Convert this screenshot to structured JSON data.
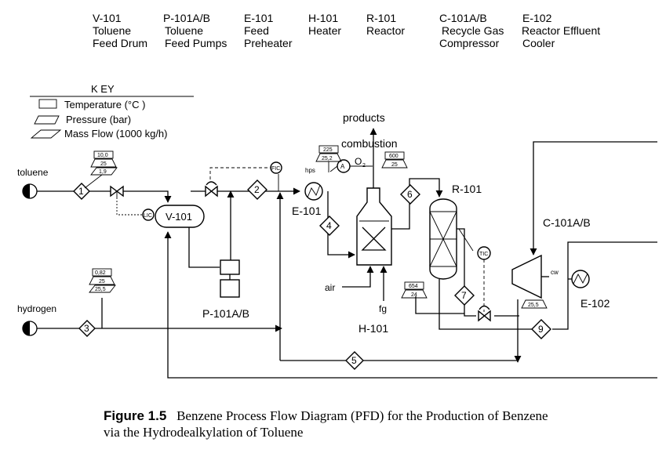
{
  "legend": [
    {
      "tag": "V-101",
      "lines": [
        "Toluene",
        "Feed Drum"
      ]
    },
    {
      "tag": "P-101A/B",
      "lines": [
        "Toluene",
        "Feed Pumps"
      ]
    },
    {
      "tag": "E-101",
      "lines": [
        "Feed",
        "Preheater"
      ]
    },
    {
      "tag": "H-101",
      "lines": [
        "Heater"
      ]
    },
    {
      "tag": "R-101",
      "lines": [
        "Reactor"
      ]
    },
    {
      "tag": "C-101A/B",
      "lines": [
        "Recycle Gas",
        "Compressor"
      ]
    },
    {
      "tag": "E-102",
      "lines": [
        "Reactor Effluent",
        "Cooler"
      ]
    }
  ],
  "key": {
    "title": "K EY",
    "temperature": "Temperature (°C )",
    "pressure": "Pressure (bar)",
    "mass_flow": "Mass Flow (1000 kg/h)"
  },
  "feeds": {
    "toluene": "toluene",
    "hydrogen": "hydrogen",
    "air": "air",
    "fuel_gas": "fg"
  },
  "labels": {
    "v101": "V-101",
    "p101": "P-101A/B",
    "e101": "E-101",
    "h101": "H-101",
    "r101": "R-101",
    "c101": "C-101A/B",
    "e102": "E-102",
    "combustion_1": "combustion",
    "combustion_2": "products",
    "hps": "hps",
    "cw": "cw",
    "o2": "O",
    "o2_sub": "2",
    "analyzer": "A",
    "lic": "LIC",
    "fic": "FIC",
    "tic": "TIC"
  },
  "streams": [
    "1",
    "2",
    "3",
    "4",
    "5",
    "6",
    "7",
    "9"
  ],
  "flags": {
    "s1": {
      "temp": "10,0",
      "pres": "25",
      "flow": "1,9"
    },
    "s3": {
      "temp": "0,82",
      "pres": "25",
      "flow": "25,5"
    },
    "s4": {
      "temp": "225",
      "pres": "25,2"
    },
    "s6": {
      "temp": "600",
      "pres": "25"
    },
    "s7": {
      "temp": "654",
      "pres": "24"
    },
    "s9": {
      "pres": "25,5"
    }
  },
  "caption": {
    "label": "Figure 1.5",
    "text_1": "Benzene Process Flow Diagram (PFD) for the Production of Benzene",
    "text_2": "via the Hydrodealkylation of Toluene"
  }
}
